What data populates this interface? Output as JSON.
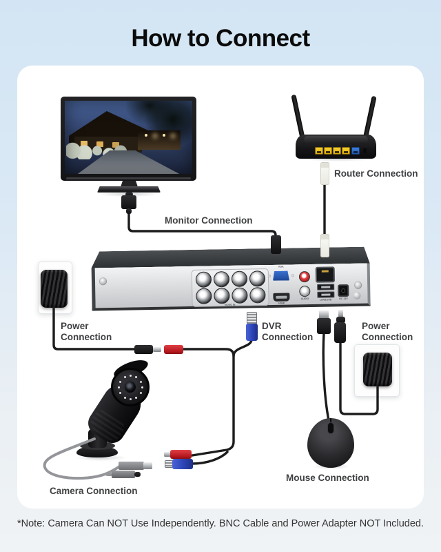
{
  "title": "How to Connect",
  "note": "*Note: Camera Can NOT Use Independently. BNC Cable and Power Adapter NOT Included.",
  "labels": {
    "monitor": "Monitor Connection",
    "router": "Router Connection",
    "power_left": "Power Connection",
    "dvr": "DVR Connection",
    "power_right": "Power Connection",
    "mouse": "Mouse Connection",
    "camera": "Camera Connection"
  },
  "dvr": {
    "ports": {
      "video_in": "VIDEO IN",
      "vga": "VGA",
      "hdmi": "HDMI",
      "audio": "AUDIO",
      "lan_usb": "LAN&USB",
      "dc": "DC 12V"
    }
  },
  "colors": {
    "background_top": "#d3e5f4",
    "background_bottom": "#f0f3f5",
    "card": "#ffffff",
    "title": "#0b0b0b",
    "note": "#333333",
    "label": "#3e4042",
    "cable": "#1c1c1c",
    "bnc_blue": "#2e4fc4",
    "dc_red": "#cf2a2e",
    "router_port_yellow": "#eec325",
    "router_port_blue": "#2f6fd0"
  }
}
